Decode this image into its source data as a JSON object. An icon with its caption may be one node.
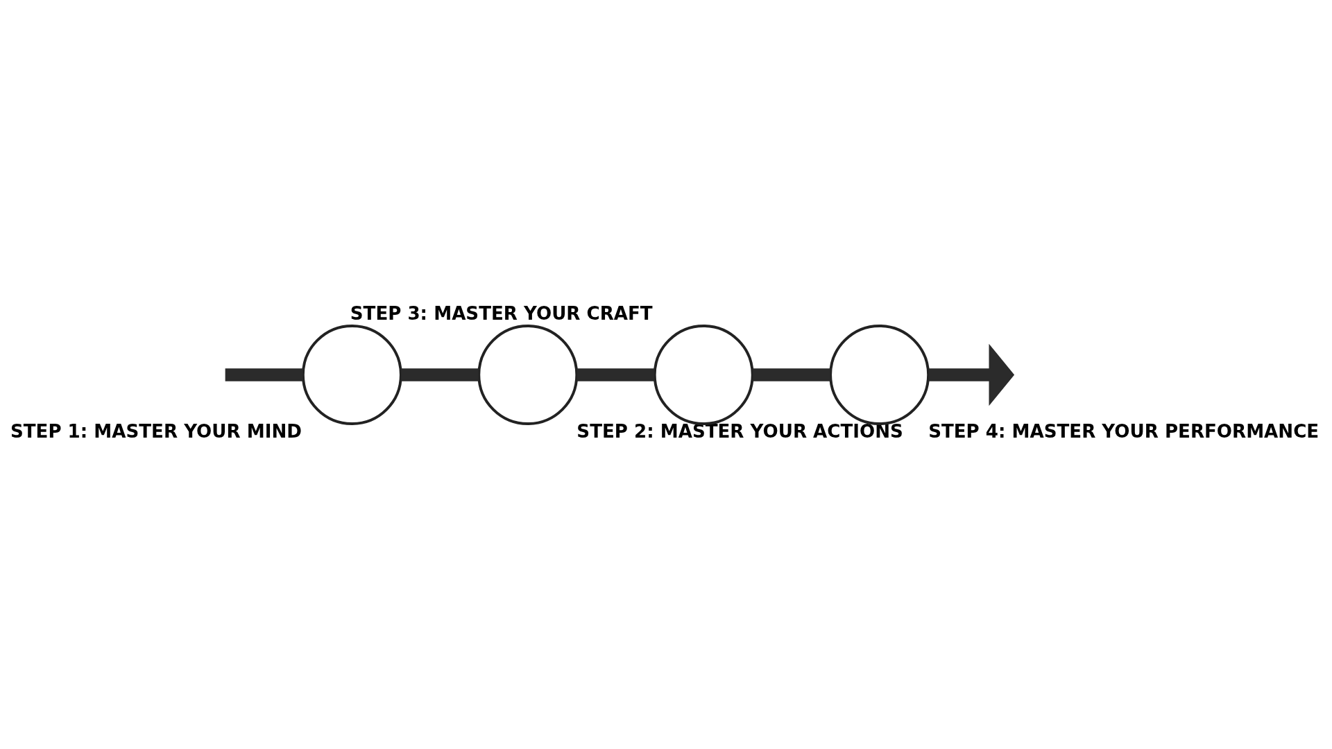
{
  "diagram": {
    "nodes": [
      {
        "text": [
          "STEP 1: MASTER YOUR MIND"
        ]
      },
      {
        "text": [
          "STEP 2: MASTER YOUR ACTIONS"
        ]
      },
      {
        "text": [
          "STEP 3: MASTER YOUR CRAFT"
        ]
      },
      {
        "text": [
          "STEP 4: MASTER YOUR PERFORMANCE"
        ]
      }
    ],
    "edges": [
      {
        "from": null,
        "to": 0,
        "arrow": "none"
      },
      {
        "from": 0,
        "to": 1,
        "arrow": "none"
      },
      {
        "from": 1,
        "to": 2,
        "arrow": "none"
      },
      {
        "from": 2,
        "to": 3,
        "arrow": "none"
      },
      {
        "from": 3,
        "to": null,
        "arrow": "to"
      }
    ]
  }
}
